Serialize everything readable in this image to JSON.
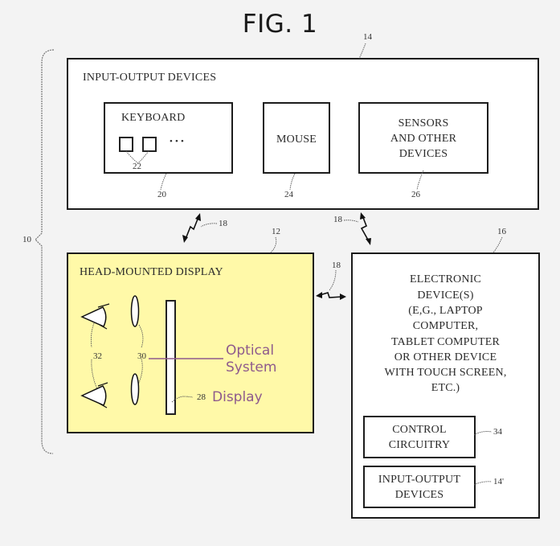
{
  "figure": {
    "title": "FIG. 1",
    "system_ref": "10"
  },
  "io_devices": {
    "title": "INPUT-OUTPUT DEVICES",
    "ref": "14",
    "keyboard": {
      "label": "KEYBOARD",
      "ref": "20",
      "keys_ref": "22",
      "ellipsis": "• • •"
    },
    "mouse": {
      "label": "MOUSE",
      "ref": "24"
    },
    "sensors": {
      "label_lines": [
        "SENSORS",
        "AND OTHER",
        "DEVICES"
      ],
      "ref": "26"
    }
  },
  "links": {
    "hmd_to_io": "18",
    "device_to_io": "18",
    "hmd_to_device": "18"
  },
  "hmd": {
    "title": "HEAD-MOUNTED DISPLAY",
    "ref": "12",
    "eyes_ref": "32",
    "lenses_ref": "30",
    "display_ref": "28",
    "optical_callout_lines": [
      "Optical",
      "System"
    ],
    "display_callout": "Display"
  },
  "electronic_device": {
    "ref": "16",
    "label_lines": [
      "ELECTRONIC",
      "DEVICE(S)",
      "(E,G., LAPTOP",
      "COMPUTER,",
      "TABLET COMPUTER",
      "OR OTHER DEVICE",
      "WITH TOUCH SCREEN,",
      "ETC.)"
    ],
    "control_circuitry": {
      "label_lines": [
        "CONTROL",
        "CIRCUITRY"
      ],
      "ref": "34"
    },
    "io_devices": {
      "label_lines": [
        "INPUT-OUTPUT",
        "DEVICES"
      ],
      "ref": "14'"
    }
  },
  "colors": {
    "background": "#f3f3f3",
    "hmd_fill": "#fff9a8",
    "callout": "#8e5a8c",
    "line": "#1c1c1c"
  }
}
